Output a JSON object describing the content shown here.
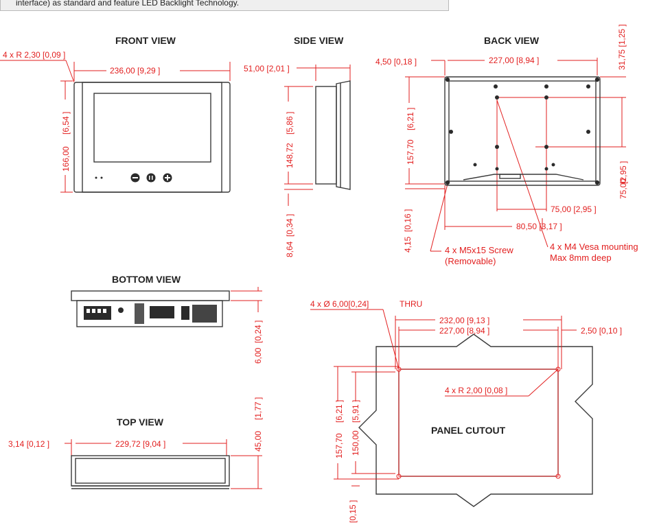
{
  "note": "interface) as standard and feature LED Backlight Technology.",
  "titles": {
    "front": "FRONT VIEW",
    "side": "SIDE VIEW",
    "back": "BACK VIEW",
    "bottom": "BOTTOM VIEW",
    "top": "TOP VIEW",
    "panel": "PANEL CUTOUT"
  },
  "front_dims": {
    "radius": "4 x R  2,30  [0,09  ]",
    "width": "236,00   [9,29  ]",
    "height_mm": "166,00",
    "height_in": "[6,54  ]"
  },
  "side_dims": {
    "depth": "51,00  [2,01  ]",
    "height_mm": "148,72",
    "height_in": "[5,86  ]",
    "lip_mm": "8,64",
    "lip_in": "[0,34  ]"
  },
  "back_dims": {
    "left_offset": "4,50  [0,18  ]",
    "width": "227,00    [8,94  ]",
    "top_offset": "31,75  [1,25  ]",
    "height_mm": "157,70",
    "height_in": "[6,21  ]",
    "bottom_offset_mm": "4,15",
    "bottom_offset_in": "[0,16  ]",
    "vesa_h": "75,00   [2,95  ]",
    "vesa_v_mm": "75,00",
    "vesa_v_in": "[2,95  ]",
    "vesa_offset": "80,50  [3,17  ]",
    "screw_line1": "4 x M5x15 Screw",
    "screw_line2": "(Removable)",
    "vesa_line1": "4 x M4 Vesa mounting",
    "vesa_line2": "Max 8mm deep"
  },
  "bottom_dims": {
    "depth_mm": "6,00",
    "depth_in": "[0,24  ]"
  },
  "top_dims": {
    "offset": "3,14  [0,12  ]",
    "width": "229,72   [9,04  ]",
    "depth_mm": "45,00",
    "depth_in": "[1,77  ]"
  },
  "cutout_dims": {
    "holes": "4  x  Ø   6,00[0,24]",
    "thru": "THRU",
    "outer_width": "232,00   [9,13  ]",
    "inner_width": "227,00   [8,94  ]",
    "side_gap": "2,50  [0,10  ]",
    "corner_radius": "4 x R  2,00  [0,08  ]",
    "outer_height_mm": "157,70",
    "outer_height_in": "[6,21  ]",
    "inner_height_mm": "150,00",
    "inner_height_in": "[5,91  ]",
    "bottom_gap": "[0,15  ]"
  },
  "colors": {
    "dimension": "#e21e1e",
    "outline": "#3a3a3a",
    "note_bg": "#efefef"
  },
  "icons": [
    "minus-button-icon",
    "menu-button-icon",
    "plus-button-icon"
  ]
}
